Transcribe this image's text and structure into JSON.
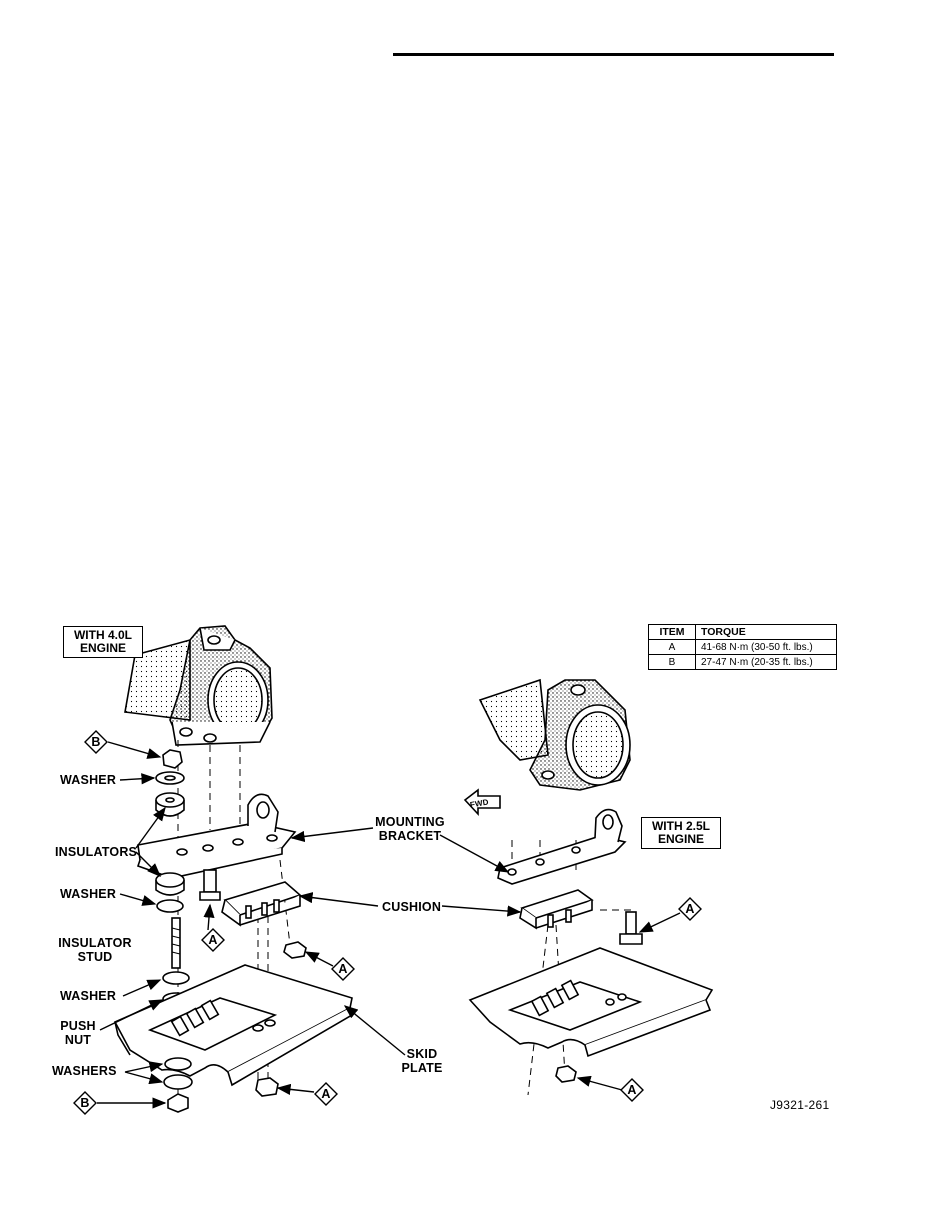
{
  "labels": {
    "with_40l": "WITH 4.0L\nENGINE",
    "with_25l": "WITH 2.5L\nENGINE",
    "washer_1": "WASHER",
    "insulators": "INSULATORS",
    "washer_2": "WASHER",
    "insulator_stud": "INSULATOR\nSTUD",
    "washer_3": "WASHER",
    "push_nut": "PUSH\nNUT",
    "washers": "WASHERS",
    "mounting_bracket": "MOUNTING\nBRACKET",
    "cushion": "CUSHION",
    "skid_plate": "SKID\nPLATE",
    "fwd": "FWD",
    "figure_ref": "J9321-261"
  },
  "callouts": {
    "a": "A",
    "b": "B"
  },
  "torque_table": {
    "headers": [
      "ITEM",
      "TORQUE"
    ],
    "rows": [
      {
        "item": "A",
        "torque": "41-68 N·m (30-50 ft. lbs.)"
      },
      {
        "item": "B",
        "torque": "27-47 N·m (20-35 ft. lbs.)"
      }
    ]
  }
}
